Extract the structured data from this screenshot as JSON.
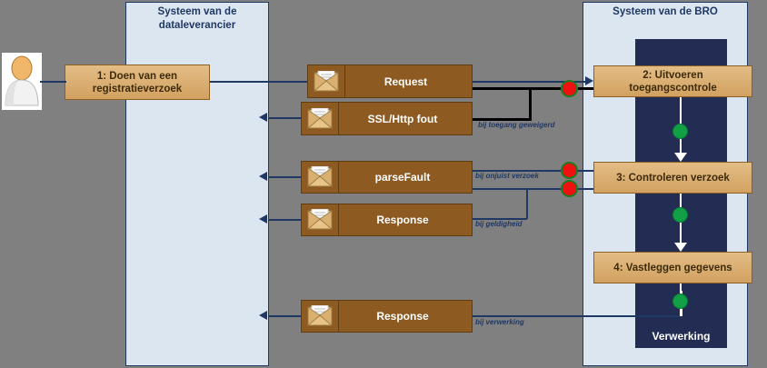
{
  "diagram": {
    "title_hidden": "",
    "lanes": [
      {
        "id": "dataleverancier",
        "title": "Systeem van de\ndataleverancier",
        "title_line1": "Systeem van de",
        "title_line2": "dataleverancier"
      },
      {
        "id": "bro",
        "title": "Systeem van de BRO",
        "title_line1": "Systeem van de BRO",
        "title_line2": ""
      }
    ],
    "band_label": "Verwerking",
    "actor": {
      "name": "actor-person",
      "label": ""
    },
    "tasks": [
      {
        "id": "task1",
        "line1": "1: Doen van een",
        "line2": "registratieverzoek"
      },
      {
        "id": "task2",
        "line1": "2: Uitvoeren toegangscontrole",
        "line2": ""
      },
      {
        "id": "task3",
        "line1": "3:  Controleren verzoek",
        "line2": ""
      },
      {
        "id": "task4",
        "line1": "4: Vastleggen gegevens",
        "line2": ""
      }
    ],
    "messages": [
      {
        "id": "msg-request-top",
        "label": "Request"
      },
      {
        "id": "msg-ssl-http-fout",
        "label": "SSL/Http fout"
      },
      {
        "id": "msg-parsefault",
        "label": "parseFault"
      },
      {
        "id": "msg-response-mid",
        "label": "Response"
      },
      {
        "id": "msg-response-bottom",
        "label": "Response"
      }
    ],
    "conditions": [
      {
        "id": "cond-toegang",
        "label": "bij toegang geweigerd"
      },
      {
        "id": "cond-onjuist",
        "label": "bij onjuist verzoek"
      },
      {
        "id": "cond-geldigheid",
        "label": "bij geldigheid"
      },
      {
        "id": "cond-verwerking",
        "label": "bij verwerking"
      }
    ],
    "colors": {
      "lane_fill": "#dce6f1",
      "lane_border": "#1f3864",
      "band_fill": "#232c52",
      "task_fill": "#ddb272",
      "task_border": "#8a6024",
      "message_fill": "#8d5a22",
      "message_border": "#5f3c12",
      "connector": "#1f3864",
      "green_event": "#11a046",
      "red_event": "#ee1111",
      "canvas": "#808080"
    }
  }
}
